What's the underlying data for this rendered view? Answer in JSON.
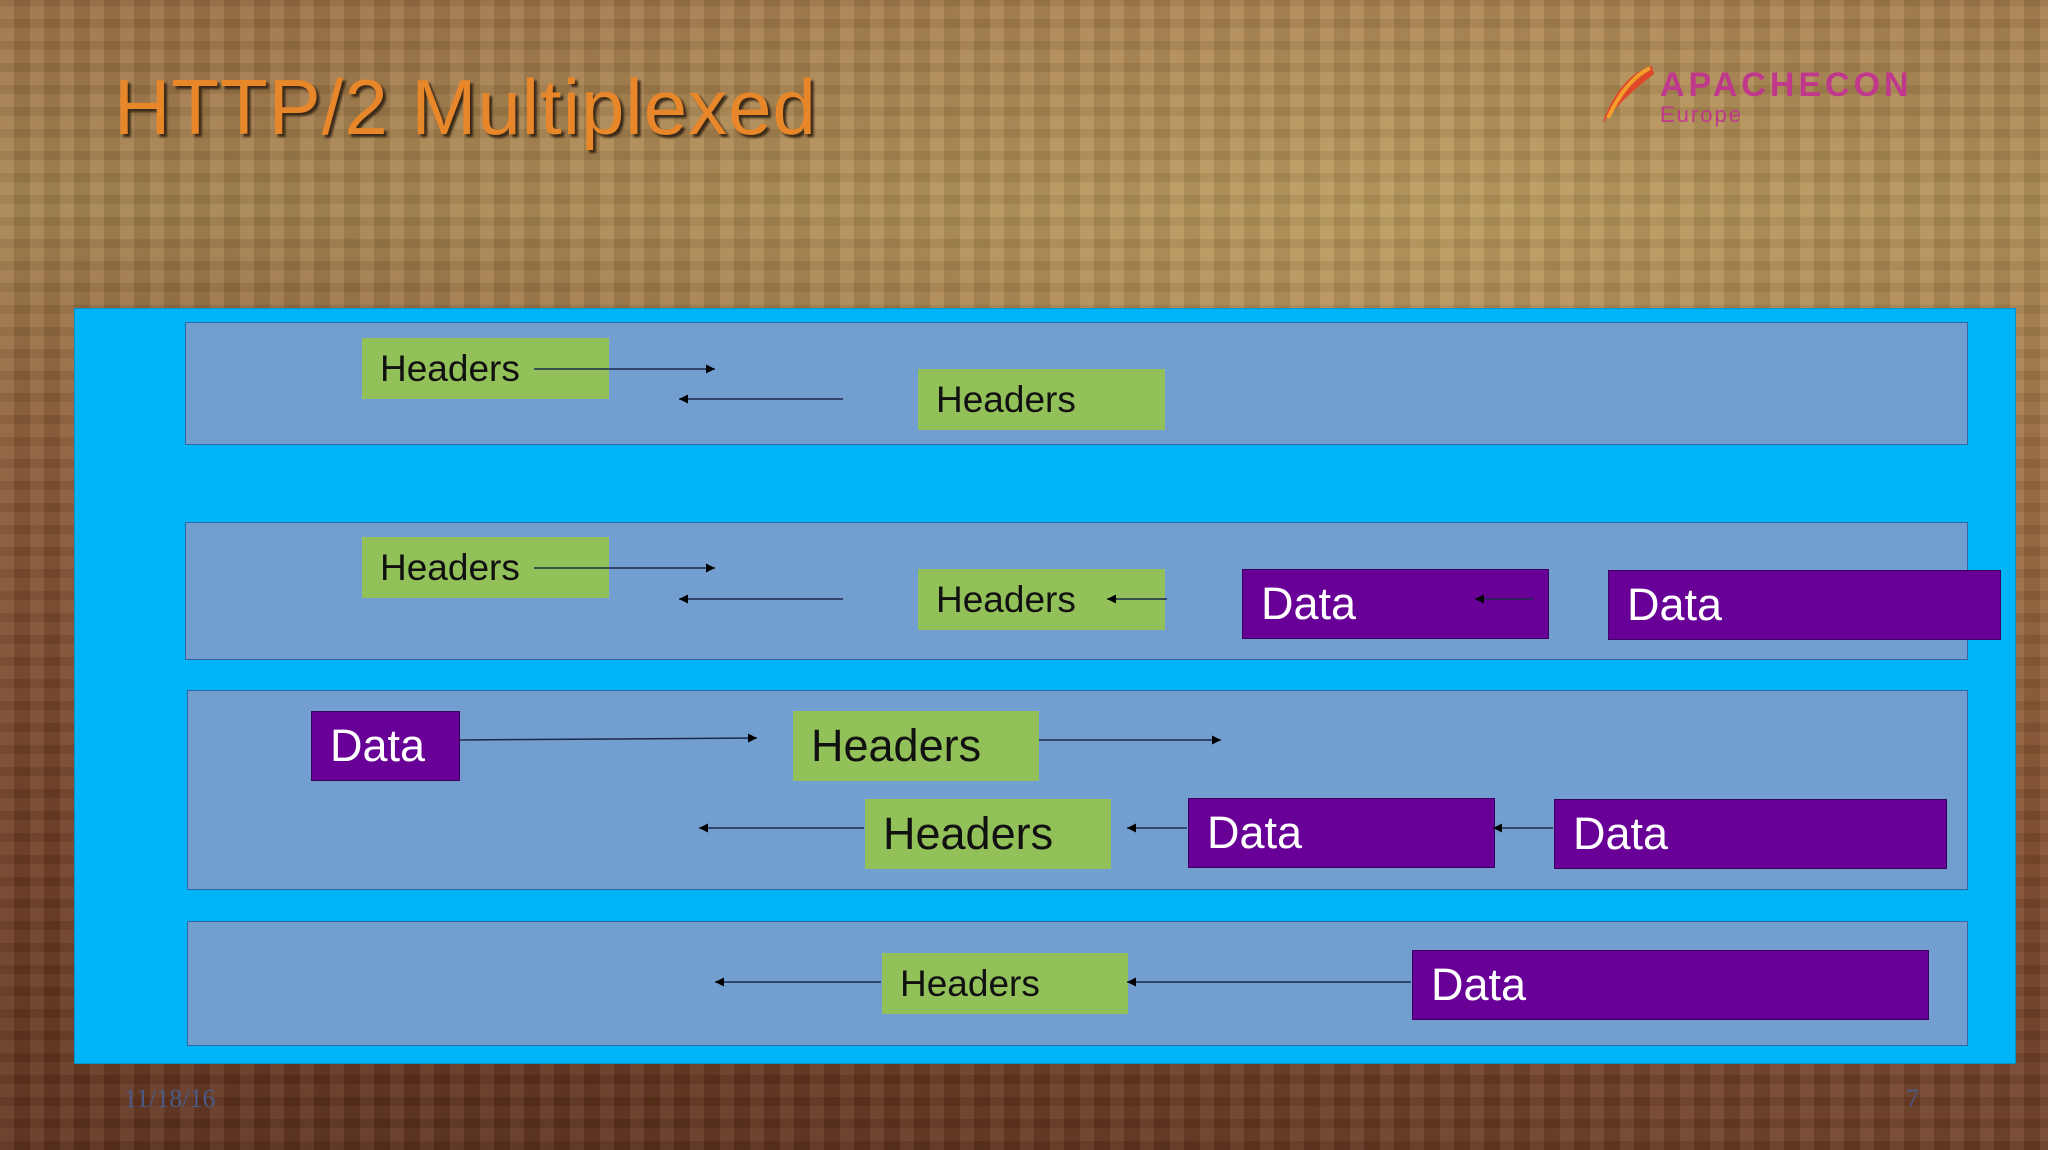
{
  "slide": {
    "title": "HTTP/2 Multiplexed",
    "date": "11/18/16",
    "page_number": "7",
    "logo": {
      "text": "APACHECON",
      "sub": "Europe"
    }
  },
  "labels": {
    "headers": "Headers",
    "data": "Data"
  },
  "colors": {
    "frame": "#00b4f8",
    "panel": "#729fcf",
    "headers_box": "#92c059",
    "data_box": "#680097",
    "title": "#e8862a"
  }
}
